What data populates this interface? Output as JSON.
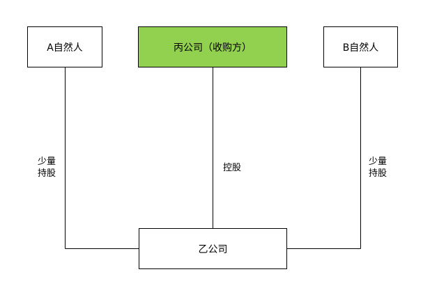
{
  "nodes": {
    "a_person": "A自然人",
    "bing_company": "丙公司（收购方）",
    "b_person": "B自然人",
    "yi_company": "乙公司"
  },
  "edges": {
    "left_label": "少量\n持股",
    "middle_label": "控股",
    "right_label": "少量\n持股"
  },
  "colors": {
    "acquirer_fill": "#92d050",
    "stroke": "#000000",
    "background": "#ffffff"
  }
}
